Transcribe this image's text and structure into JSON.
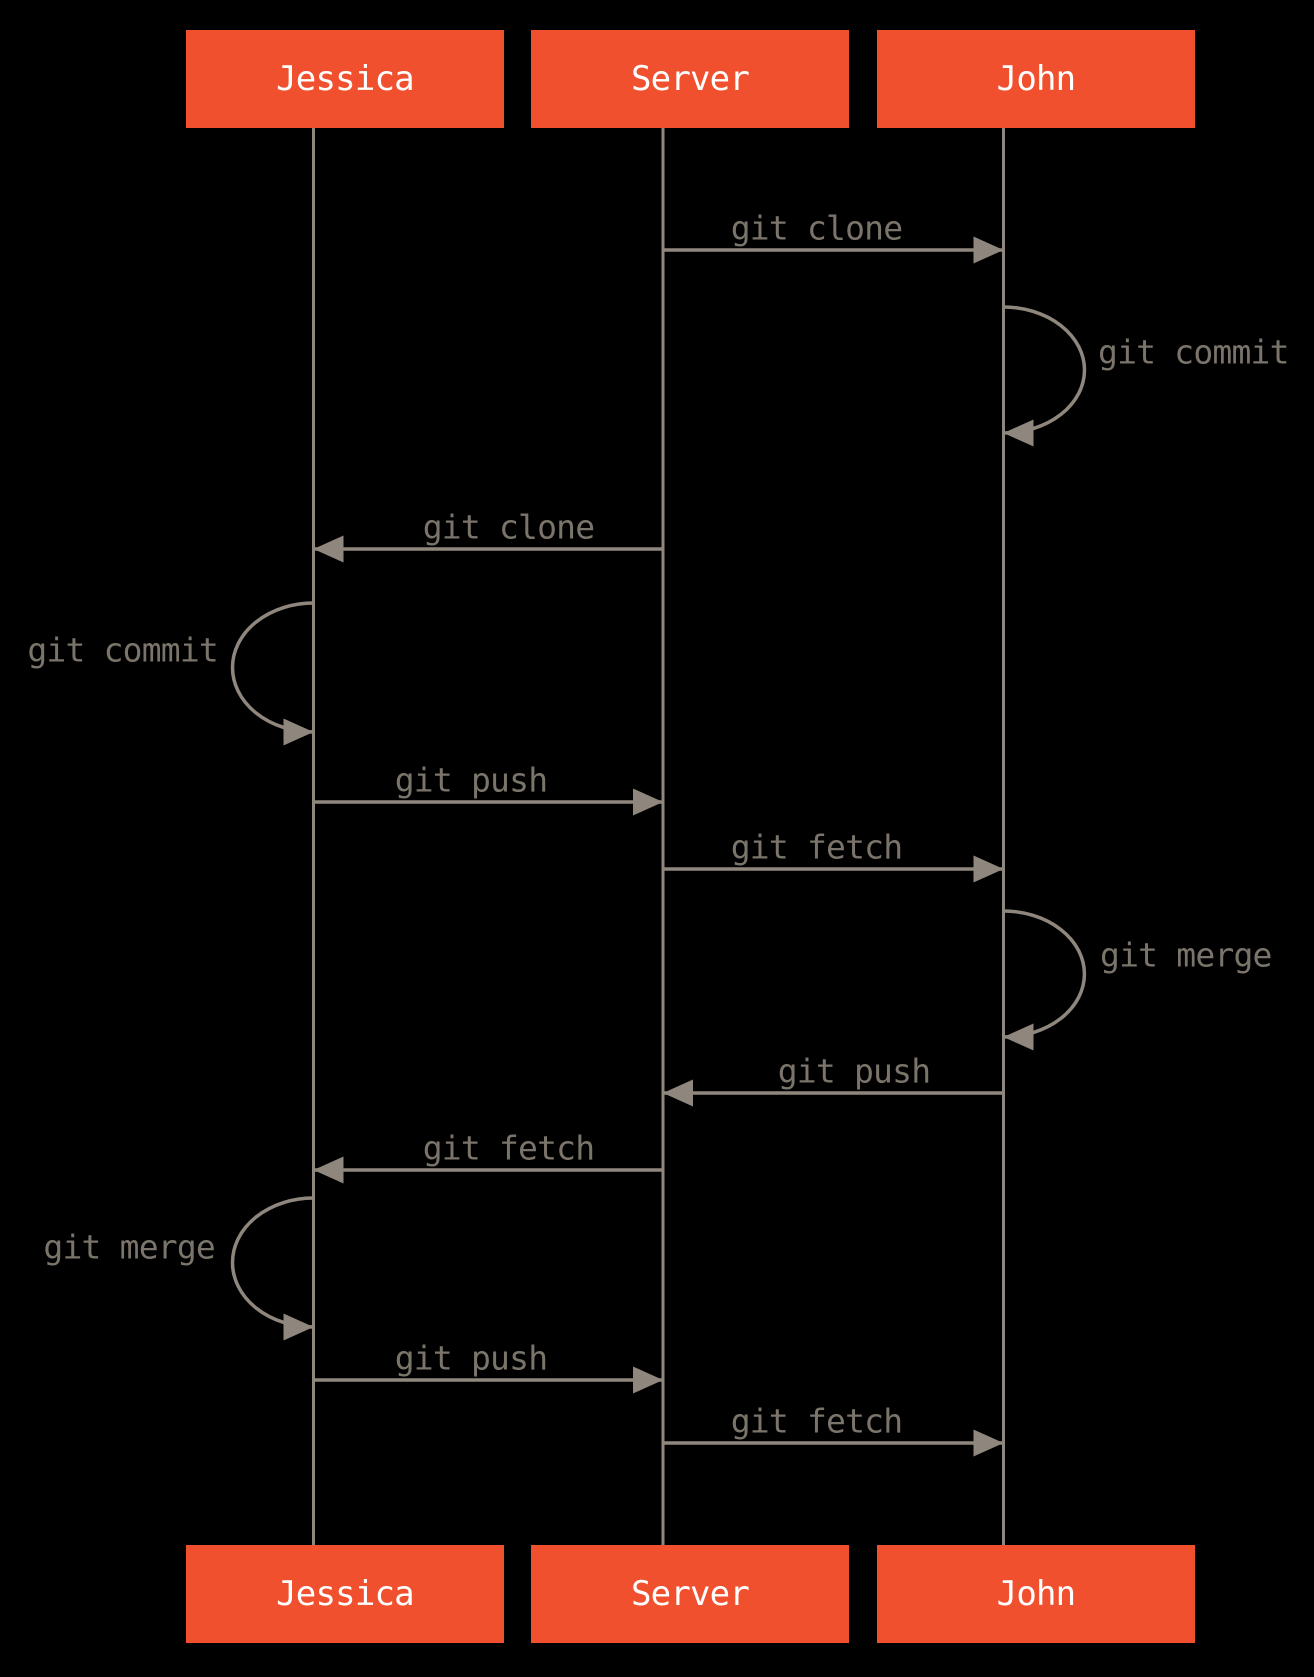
{
  "diagram": {
    "kind": "sequence-diagram",
    "background": "#000000",
    "colors": {
      "actor_box": "#f1502e",
      "actor_text": "#ffffff",
      "line": "#8f877d",
      "label_text": "#7b746b"
    },
    "actors": [
      {
        "name": "Jessica"
      },
      {
        "name": "Server"
      },
      {
        "name": "John"
      }
    ],
    "messages": [
      {
        "seq": 1,
        "label": "git clone",
        "from": "Server",
        "to": "John",
        "kind": "message"
      },
      {
        "seq": 2,
        "label": "git commit",
        "actor": "John",
        "kind": "self"
      },
      {
        "seq": 3,
        "label": "git clone",
        "from": "Server",
        "to": "Jessica",
        "kind": "message"
      },
      {
        "seq": 4,
        "label": "git commit",
        "actor": "Jessica",
        "kind": "self"
      },
      {
        "seq": 5,
        "label": "git push",
        "from": "Jessica",
        "to": "Server",
        "kind": "message"
      },
      {
        "seq": 6,
        "label": "git fetch",
        "from": "Server",
        "to": "John",
        "kind": "message"
      },
      {
        "seq": 7,
        "label": "git merge",
        "actor": "John",
        "kind": "self"
      },
      {
        "seq": 8,
        "label": "git push",
        "from": "John",
        "to": "Server",
        "kind": "message"
      },
      {
        "seq": 9,
        "label": "git fetch",
        "from": "Server",
        "to": "Jessica",
        "kind": "message"
      },
      {
        "seq": 10,
        "label": "git merge",
        "actor": "Jessica",
        "kind": "self"
      },
      {
        "seq": 11,
        "label": "git push",
        "from": "Jessica",
        "to": "Server",
        "kind": "message"
      },
      {
        "seq": 12,
        "label": "git fetch",
        "from": "Server",
        "to": "John",
        "kind": "message"
      }
    ]
  }
}
